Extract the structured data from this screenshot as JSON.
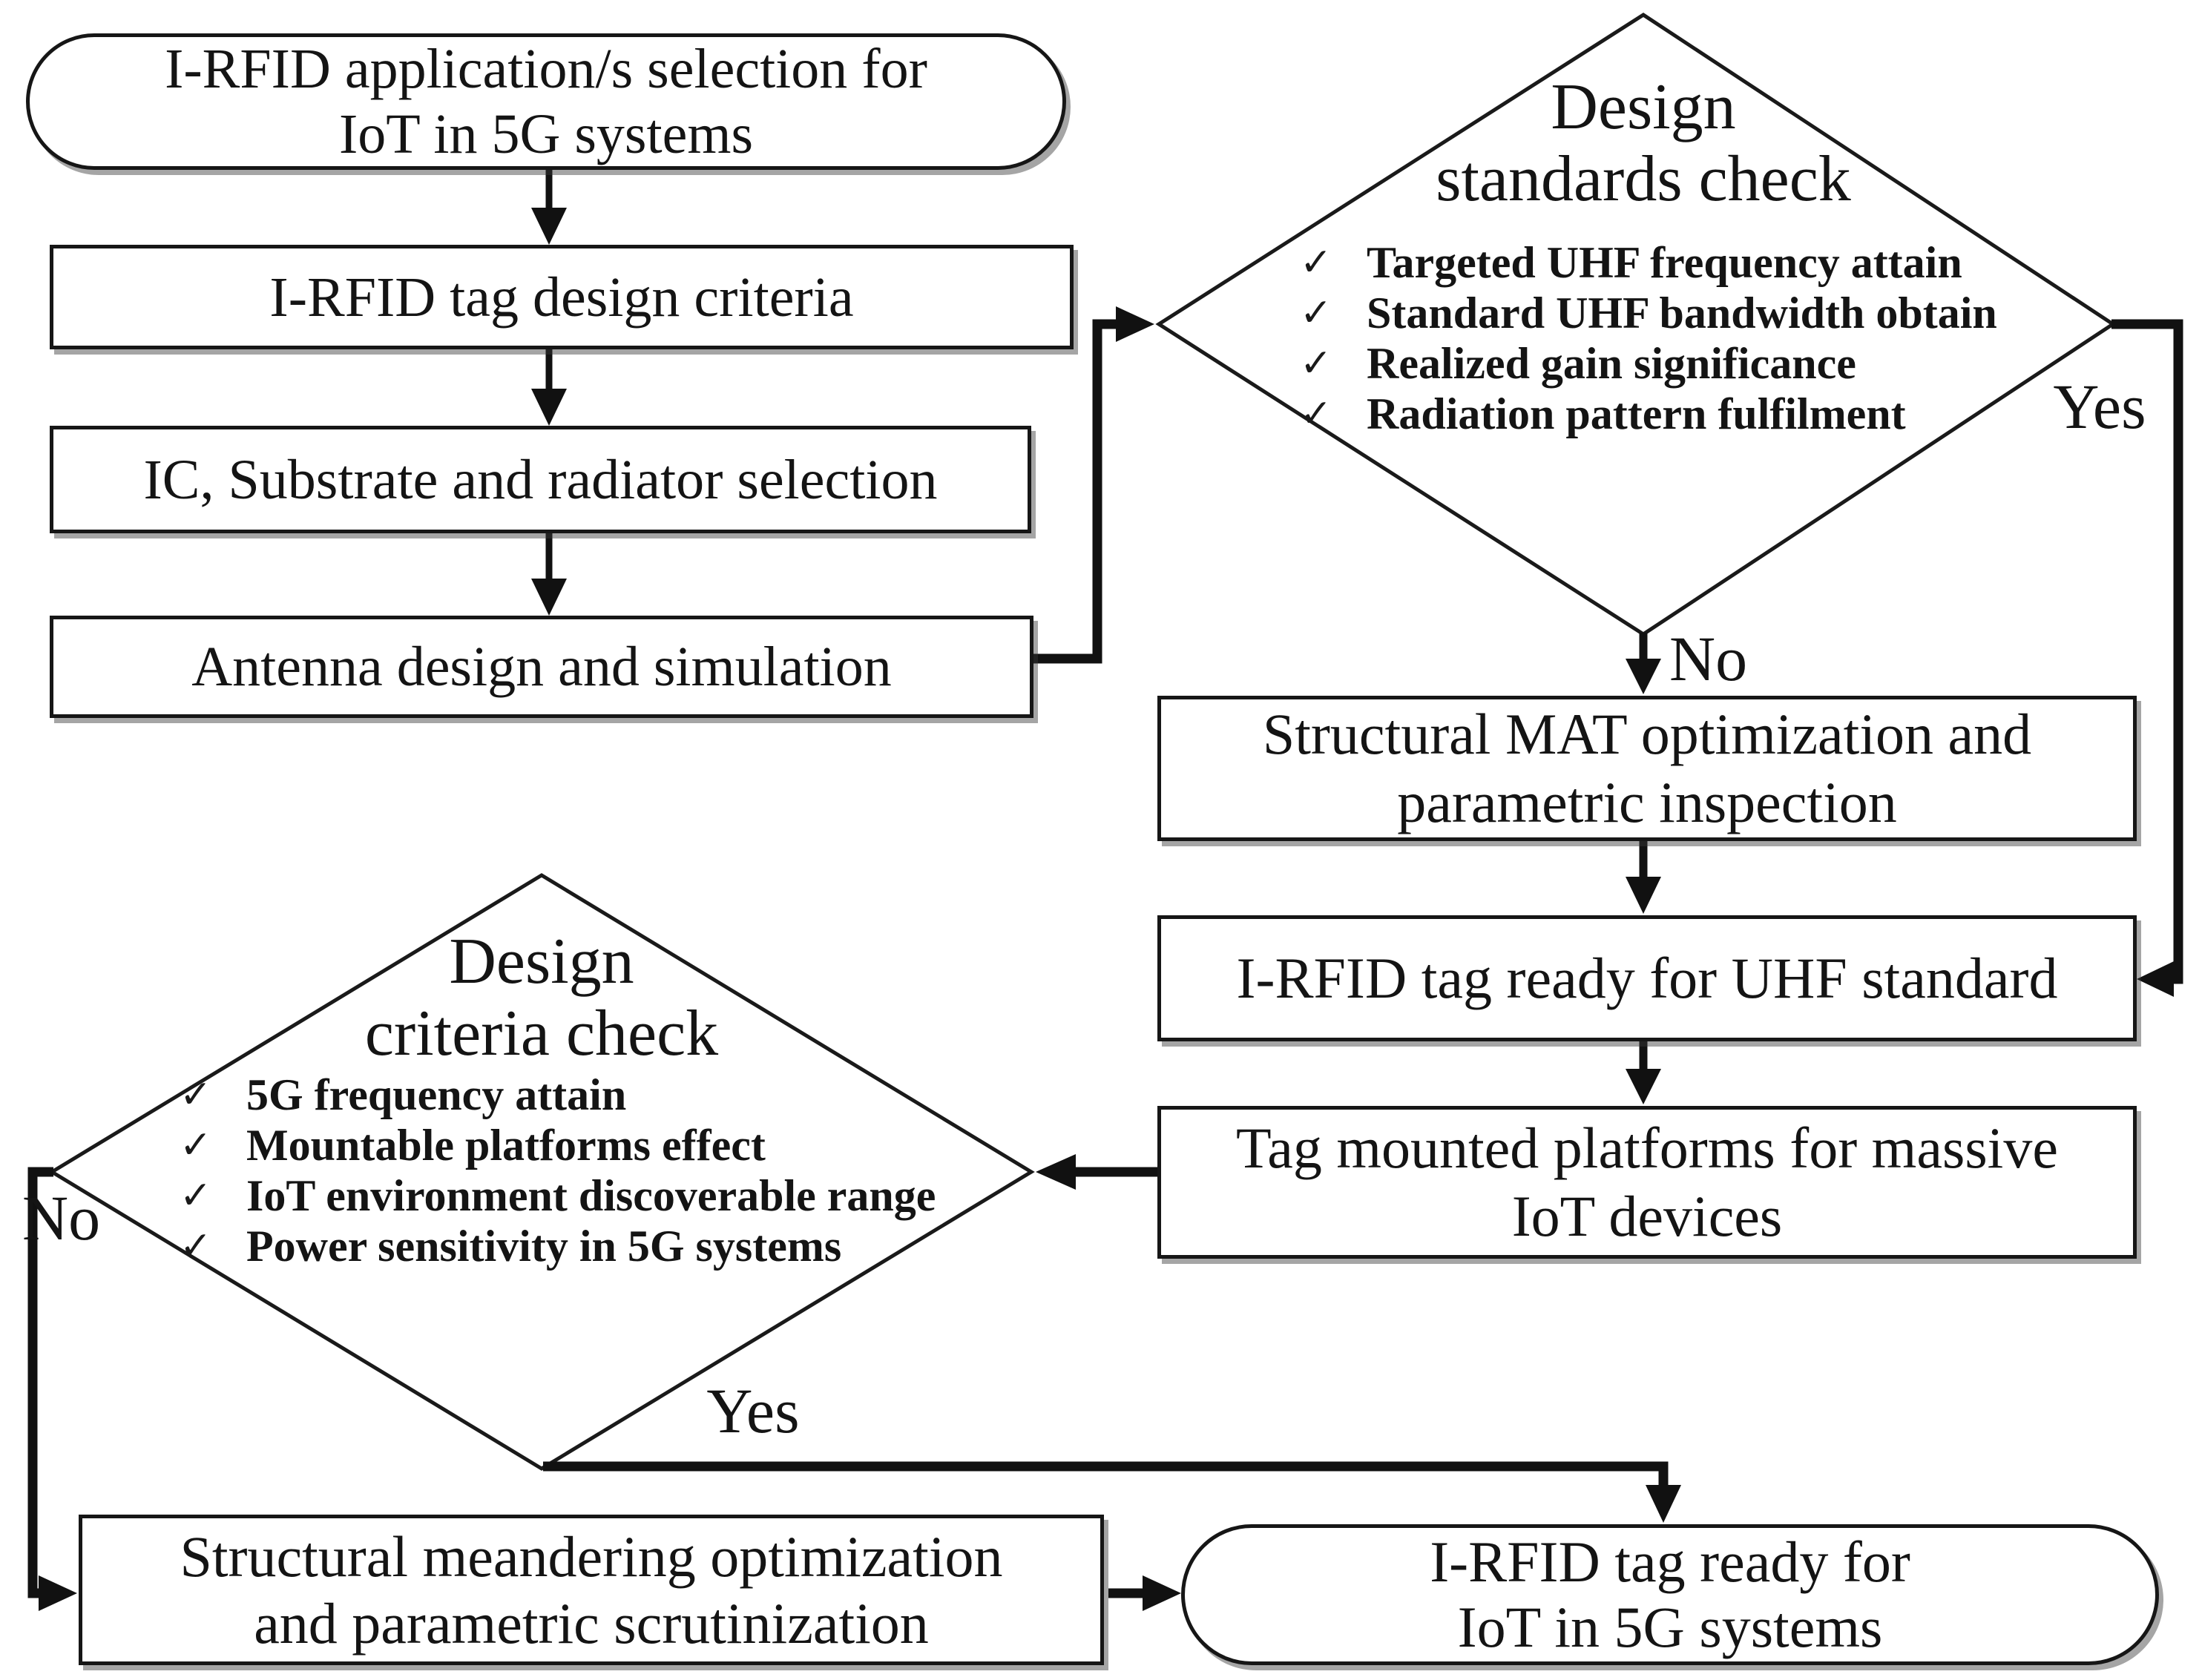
{
  "flowchart": {
    "check_glyph": "✓",
    "start_terminator": {
      "line1": "I-RFID application/s selection for",
      "line2": "IoT in 5G systems"
    },
    "box_design_criteria": {
      "line1": "I-RFID tag design criteria"
    },
    "box_ic_substrate": {
      "line1": "IC, Substrate and radiator selection"
    },
    "box_antenna": {
      "line1": "Antenna design and simulation"
    },
    "diamond_standards": {
      "title1": "Design",
      "title2": "standards check",
      "items": [
        "Targeted UHF frequency attain",
        "Standard UHF bandwidth obtain",
        "Realized gain significance",
        "Radiation pattern fulfilment"
      ],
      "yes_label": "Yes",
      "no_label": "No"
    },
    "box_mat": {
      "line1": "Structural MAT optimization and",
      "line2": "parametric inspection"
    },
    "box_uhf_ready": {
      "line1": "I-RFID tag ready for UHF standard"
    },
    "box_tag_mounted": {
      "line1": "Tag mounted platforms for massive",
      "line2": "IoT devices"
    },
    "diamond_criteria": {
      "title1": "Design",
      "title2": "criteria check",
      "items": [
        "5G frequency attain",
        "Mountable platforms effect",
        "IoT environment discoverable range",
        "Power sensitivity in 5G systems"
      ],
      "yes_label": "Yes",
      "no_label": "No"
    },
    "box_meandering": {
      "line1": "Structural meandering optimization",
      "line2": "and parametric scrutinization"
    },
    "end_terminator": {
      "line1": "I-RFID tag ready for",
      "line2": "IoT in 5G systems"
    },
    "colors": {
      "line": "#111111",
      "text": "#141414",
      "background": "#ffffff"
    }
  }
}
